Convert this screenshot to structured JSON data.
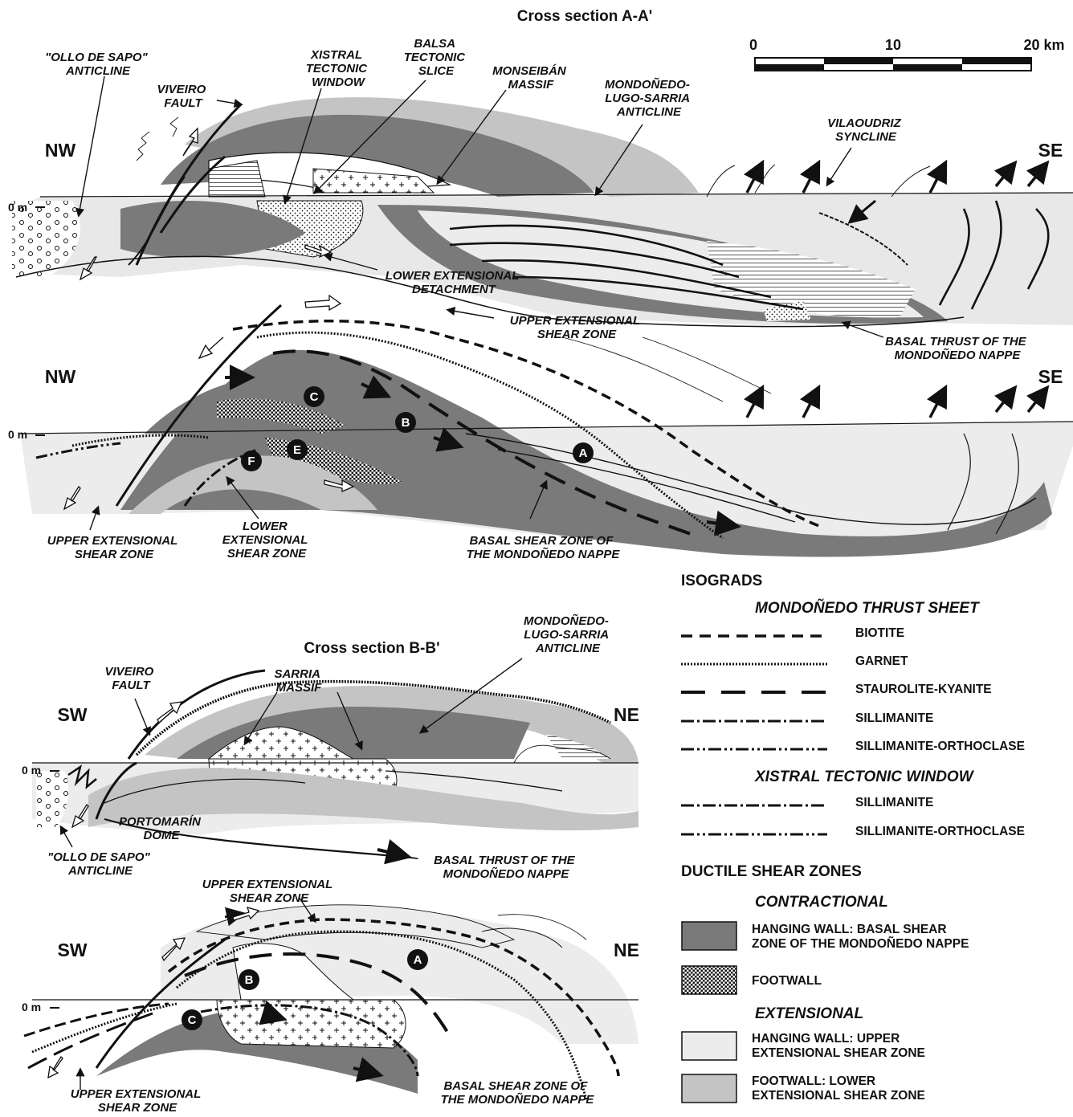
{
  "section_aa": {
    "title": "Cross section A-A'",
    "scale": {
      "tick_0": "0",
      "tick_10": "10",
      "tick_20": "20 km"
    },
    "zero_label": "0 m",
    "dir_left": "NW",
    "dir_right": "SE",
    "upper_labels": {
      "ollo_de_sapo": [
        "\"OLLO DE SAPO\"",
        "ANTICLINE"
      ],
      "viveiro_fault": [
        "VIVEIRO",
        "FAULT"
      ],
      "xistral_window": [
        "XISTRAL",
        "TECTONIC",
        "WINDOW"
      ],
      "balsa_slice": [
        "BALSA",
        "TECTONIC",
        "SLICE"
      ],
      "monseiban": [
        "MONSEIBÁN",
        "MASSIF"
      ],
      "mondonedo_anticline": [
        "MONDOÑEDO-",
        "LUGO-SARRIA",
        "ANTICLINE"
      ],
      "vilaoudriz": [
        "VILAOUDRIZ",
        "SYNCLINE"
      ],
      "lower_detachment": [
        "LOWER EXTENSIONAL",
        "DETACHMENT"
      ],
      "basal_thrust": [
        "BASAL THRUST OF THE",
        "MONDOÑEDO NAPPE"
      ]
    },
    "lower_labels": {
      "upper_shear_top": [
        "UPPER EXTENSIONAL",
        "SHEAR ZONE"
      ],
      "upper_shear_bottom": [
        "UPPER EXTENSIONAL",
        "SHEAR ZONE"
      ],
      "lower_shear": [
        "LOWER",
        "EXTENSIONAL",
        "SHEAR ZONE"
      ],
      "basal_shear": [
        "BASAL SHEAR ZONE OF",
        "THE MONDOÑEDO NAPPE"
      ]
    },
    "markers": [
      "A",
      "B",
      "C",
      "E",
      "F"
    ]
  },
  "section_bb": {
    "title": "Cross section B-B'",
    "zero_label": "0 m",
    "dir_left": "SW",
    "dir_right": "NE",
    "upper_labels": {
      "viveiro_fault": [
        "VIVEIRO",
        "FAULT"
      ],
      "sarria_massif": [
        "SARRIA",
        "MASSIF"
      ],
      "mondonedo_anticline": [
        "MONDOÑEDO-",
        "LUGO-SARRIA",
        "ANTICLINE"
      ],
      "portomarin": [
        "PORTOMARÍN",
        "DOME"
      ],
      "ollo_de_sapo": [
        "\"OLLO DE SAPO\"",
        "ANTICLINE"
      ],
      "basal_thrust": [
        "BASAL THRUST OF THE",
        "MONDOÑEDO NAPPE"
      ]
    },
    "lower_labels": {
      "upper_shear_top": [
        "UPPER EXTENSIONAL",
        "SHEAR ZONE"
      ],
      "upper_shear_bottom": [
        "UPPER EXTENSIONAL",
        "SHEAR ZONE"
      ],
      "basal_shear": [
        "BASAL SHEAR ZONE OF",
        "THE MONDOÑEDO NAPPE"
      ]
    },
    "markers": [
      "A",
      "B",
      "C"
    ]
  },
  "legend": {
    "isograds_heading": "ISOGRADS",
    "mondonedo_heading": "MONDOÑEDO THRUST SHEET",
    "mondonedo_items": [
      "BIOTITE",
      "GARNET",
      "STAUROLITE-KYANITE",
      "SILLIMANITE",
      "SILLIMANITE-ORTHOCLASE"
    ],
    "xistral_heading": "XISTRAL TECTONIC WINDOW",
    "xistral_items": [
      "SILLIMANITE",
      "SILLIMANITE-ORTHOCLASE"
    ],
    "shear_heading": "DUCTILE SHEAR ZONES",
    "contractional_heading": "CONTRACTIONAL",
    "contractional_items": [
      [
        "HANGING WALL: BASAL SHEAR",
        "ZONE OF THE MONDOÑEDO NAPPE"
      ],
      [
        "FOOTWALL"
      ]
    ],
    "extensional_heading": "EXTENSIONAL",
    "extensional_items": [
      [
        "HANGING WALL: UPPER",
        "EXTENSIONAL SHEAR ZONE"
      ],
      [
        "FOOTWALL: LOWER",
        "EXTENSIONAL SHEAR ZONE"
      ]
    ]
  },
  "colors": {
    "dark_gray": "#7a7a7a",
    "light_gray": "#c4c4c4",
    "very_light_gray": "#ececec",
    "ink": "#111111"
  }
}
